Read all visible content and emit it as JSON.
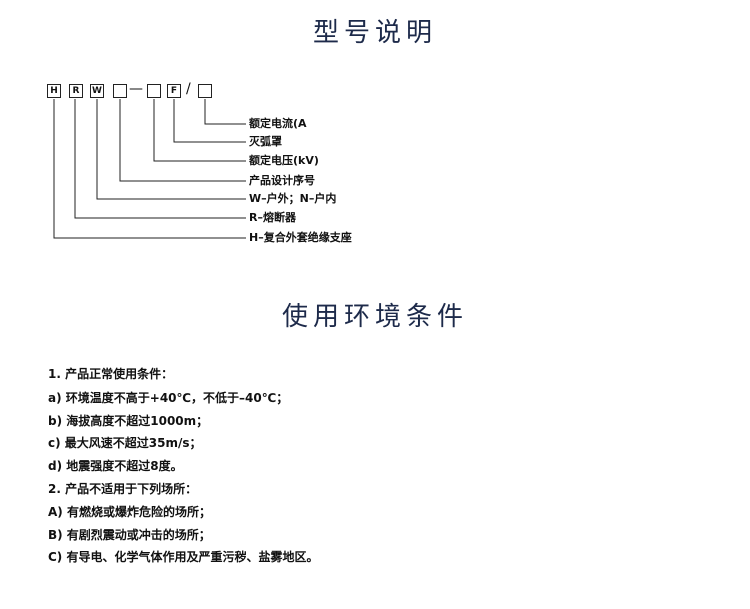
{
  "model_section": {
    "title": "型号说明",
    "code": {
      "letters": [
        "H",
        "R",
        "W"
      ],
      "dash": "—",
      "slash": "/",
      "f_letter": "F"
    },
    "legend": [
      "额定电流(A",
      "灭弧罩",
      "额定电压(kV)",
      "产品设计序号",
      "W–户外；N–户内",
      "R–熔断器",
      "H–复合外套绝缘支座"
    ]
  },
  "env_section": {
    "title": "使用环境条件",
    "lines": [
      "1. 产品正常使用条件：",
      " a) 环境温度不高于+40℃，不低于–40℃；",
      " b) 海拔高度不超过1000m；",
      " c) 最大风速不超过35m/s；",
      "d) 地震强度不超过8度。",
      "2. 产品不适用于下列场所：",
      "A) 有燃烧或爆炸危险的场所；",
      "B) 有剧烈震动或冲击的场所；",
      "C) 有导电、化学气体作用及严重污秽、盐雾地区。"
    ]
  }
}
